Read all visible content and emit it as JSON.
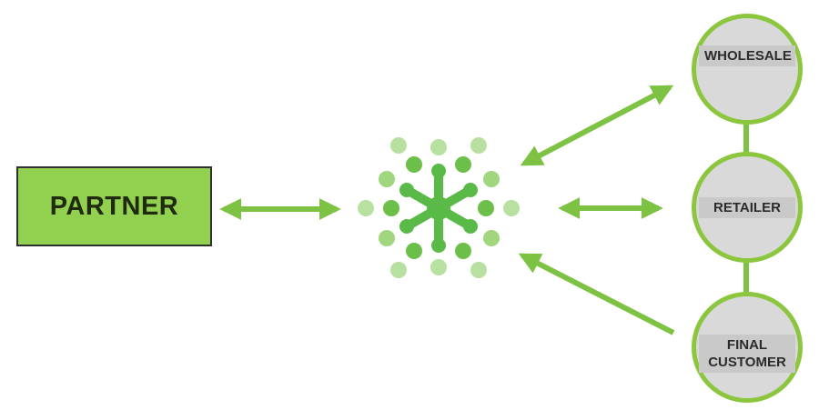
{
  "partner": {
    "label": "PARTNER"
  },
  "nodes": {
    "wholesale": {
      "label": "WHOLESALE"
    },
    "retailer": {
      "label": "RETAILER"
    },
    "customer": {
      "label_line1": "FINAL",
      "label_line2": "CUSTOMER"
    }
  },
  "colors": {
    "arrow": "#7dc242",
    "partner_fill": "#92d050",
    "node_fill": "#d9d9d9",
    "node_border": "#8cc63f",
    "hub_core": "#5aba47",
    "hub_dot_dark": "#6cc04a",
    "hub_dot_light": "#b8e0a0"
  },
  "icons": {
    "hub": "network-hub-icon"
  }
}
